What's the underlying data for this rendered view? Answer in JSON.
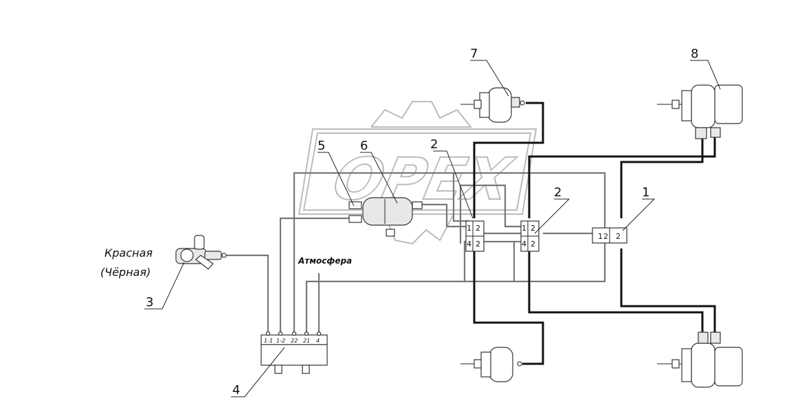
{
  "callouts": {
    "c1": "1",
    "c2a": "2",
    "c2b": "2",
    "c3": "3",
    "c4": "4",
    "c5": "5",
    "c6": "6",
    "c7": "7",
    "c8": "8"
  },
  "labels": {
    "coupling_line1": "Красная",
    "coupling_line2": "(Чёрная)",
    "atmosphere": "Атмосфера"
  },
  "watermark": "OPEX",
  "block4_ports": [
    "1-1",
    "1-2",
    "22",
    "21",
    "4"
  ],
  "valve_ports": {
    "in1": "1",
    "in4": "4",
    "out": "2"
  }
}
